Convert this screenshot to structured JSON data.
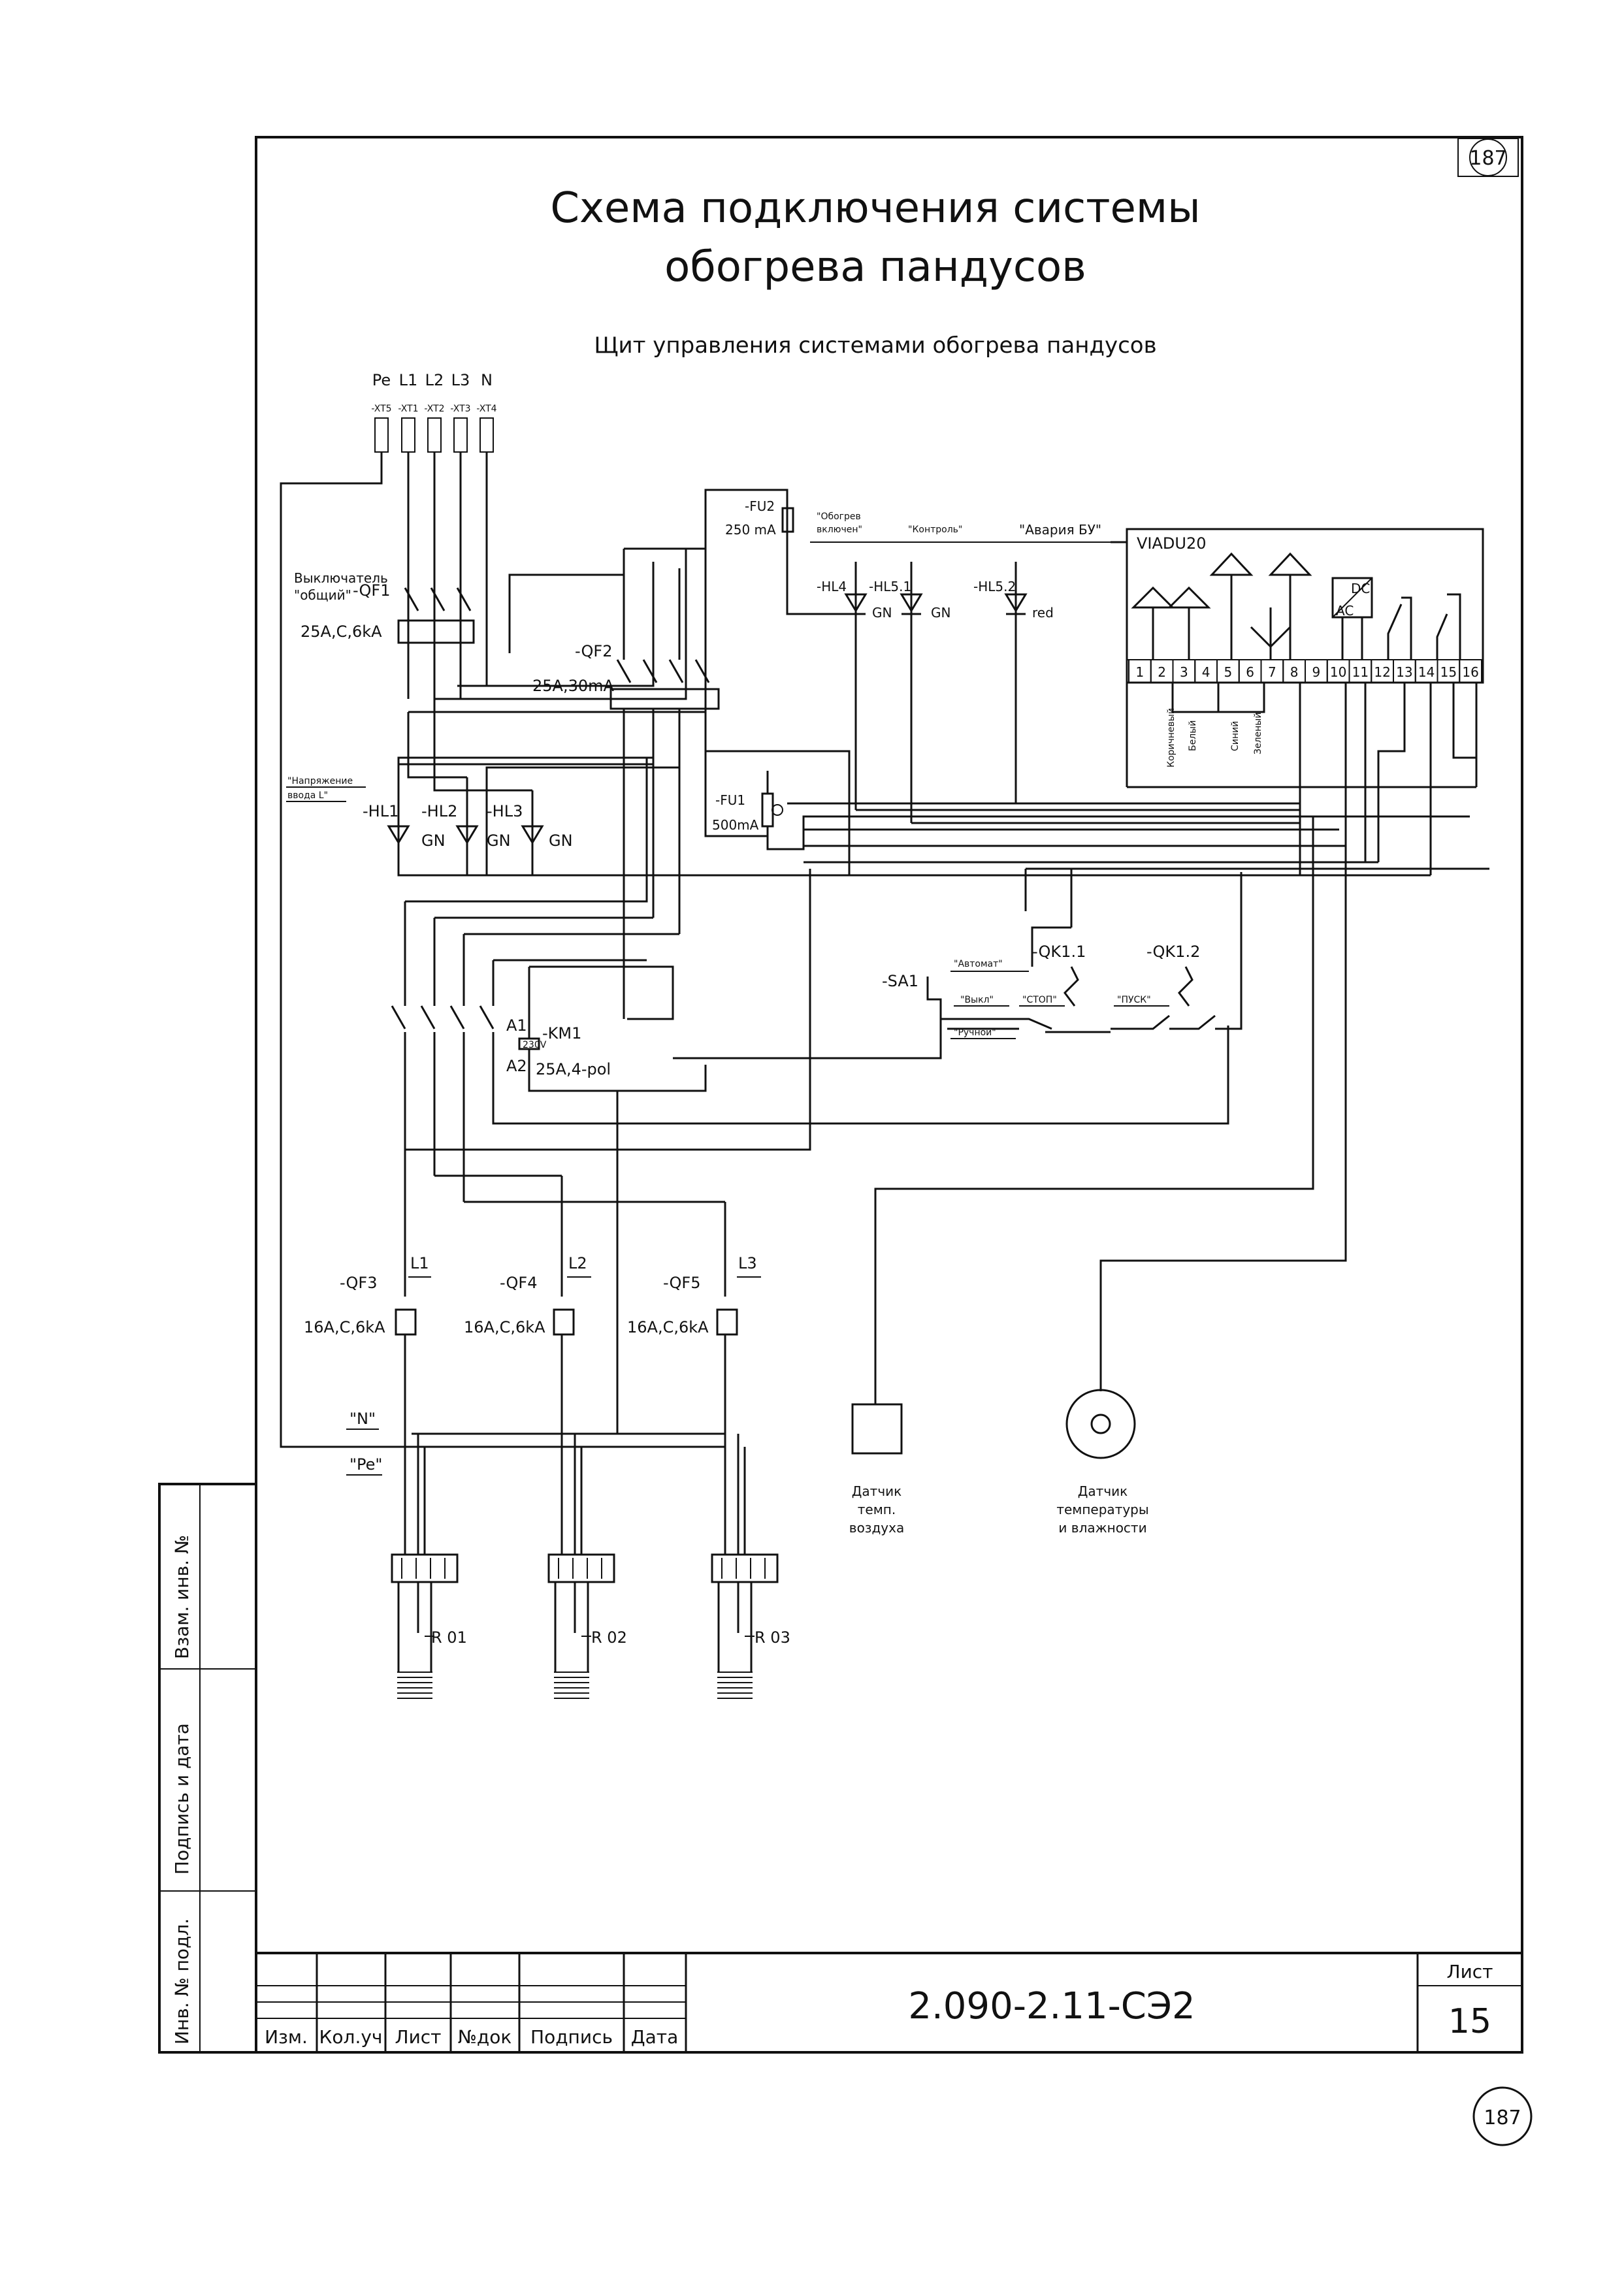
{
  "page_number": "187",
  "title": {
    "line1": "Схема подключения системы",
    "line2": "обогрева пандусов"
  },
  "panel_title": "Щит управления системами обогрева пандусов",
  "terminals": {
    "labels": [
      "Pe",
      "L1",
      "L2",
      "L3",
      "N"
    ],
    "ids": [
      "-XT5",
      "-XT1",
      "-XT2",
      "-XT3",
      "-XT4"
    ]
  },
  "main_switch": {
    "caption": "Выключатель \"общий\"",
    "id": "-QF1",
    "rating": "25A,C,6kA"
  },
  "rcd": {
    "id": "-QF2",
    "rating": "25A,30mA"
  },
  "fuses": [
    {
      "id": "-FU2",
      "rating": "250 mA"
    },
    {
      "id": "-FU1",
      "rating": "500mA"
    }
  ],
  "status_labels": [
    "\"Обогрев включен\"",
    "\"Контроль\"",
    "\"Авария БУ\"",
    "\"Напряжение ввода L\""
  ],
  "lamps": [
    {
      "id": "-HL4",
      "color": "GN"
    },
    {
      "id": "-HL5.1",
      "color": "GN"
    },
    {
      "id": "-HL5.2",
      "color": "red"
    },
    {
      "id": "-HL1",
      "color": "GN"
    },
    {
      "id": "-HL2",
      "color": "GN"
    },
    {
      "id": "-HL3",
      "color": "GN"
    }
  ],
  "controller": {
    "name": "VIADU20",
    "dc": "DC",
    "ac": "AC",
    "terminals": [
      "1",
      "2",
      "3",
      "4",
      "5",
      "6",
      "7",
      "8",
      "9",
      "10",
      "11",
      "12",
      "13",
      "14",
      "15",
      "16"
    ],
    "wire_labels": [
      "Коричневый",
      "Белый",
      "Синий",
      "Зеленый"
    ]
  },
  "selector": {
    "id": "-SA1",
    "positions": [
      "\"Автомат\"",
      "\"Выкл\"",
      "\"СТОП\"",
      "\"Ручной\"",
      "\"ПУСК\""
    ]
  },
  "contacts": [
    "-QK1.1",
    "-QK1.2"
  ],
  "contactor": {
    "id": "-KM1",
    "coil_a1": "A1",
    "coil_a2": "A2",
    "coil_v": "230V",
    "rating": "25A,4-pol"
  },
  "breakers": [
    {
      "id": "-QF3",
      "phase": "L1",
      "rating": "16A,C,6kA"
    },
    {
      "id": "-QF4",
      "phase": "L2",
      "rating": "16A,C,6kA"
    },
    {
      "id": "-QF5",
      "phase": "L3",
      "rating": "16A,C,6kA"
    }
  ],
  "bus_labels": {
    "n": "\"N\"",
    "pe": "\"Pe\""
  },
  "heaters": [
    "R 01",
    "R 02",
    "R 03"
  ],
  "sensors": [
    {
      "label": [
        "Датчик",
        "темп.",
        "воздуха"
      ]
    },
    {
      "label": [
        "Датчик",
        "температуры",
        "и влажности"
      ]
    }
  ],
  "side_stamp": [
    "Взам. инв. №",
    "Подпись и дата",
    "Инв. № подл."
  ],
  "title_block": {
    "columns": [
      "Изм.",
      "Кол.уч",
      "Лист",
      "№док",
      "Подпись",
      "Дата"
    ],
    "code": "2.090-2.11-СЭ2",
    "sheet_label": "Лист",
    "sheet_number": "15"
  },
  "footer_page_number": "187"
}
